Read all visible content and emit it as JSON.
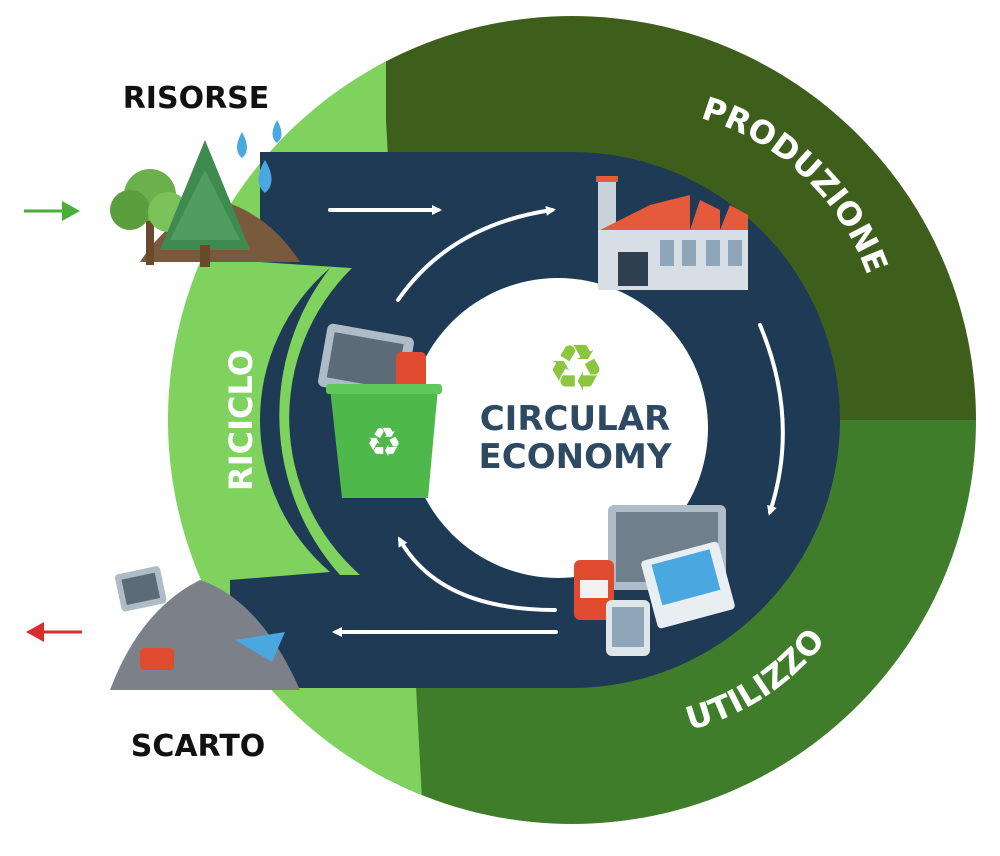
{
  "stages": {
    "risorse": "RISORSE",
    "produzione": "PRODUZIONE",
    "utilizzo": "UTILIZZO",
    "riciclo": "RICICLO",
    "scarto": "SCARTO"
  },
  "center": {
    "line1": "CIRCULAR",
    "line2": "ECONOMY"
  },
  "colors": {
    "dark_green": "#3e5f1c",
    "mid_green": "#3f7d2a",
    "light_green": "#7fd25e",
    "track_navy": "#1f3a55",
    "center_text": "#2e4a63",
    "recycle_green": "#8cc63f",
    "arrow_in": "#4cae3a",
    "arrow_out": "#d92e2e"
  },
  "icons": [
    "tree-icon",
    "water-drop-icon",
    "factory-icon",
    "devices-icon",
    "trash-pile-icon",
    "recycling-bin-icon",
    "recycle-icon"
  ]
}
